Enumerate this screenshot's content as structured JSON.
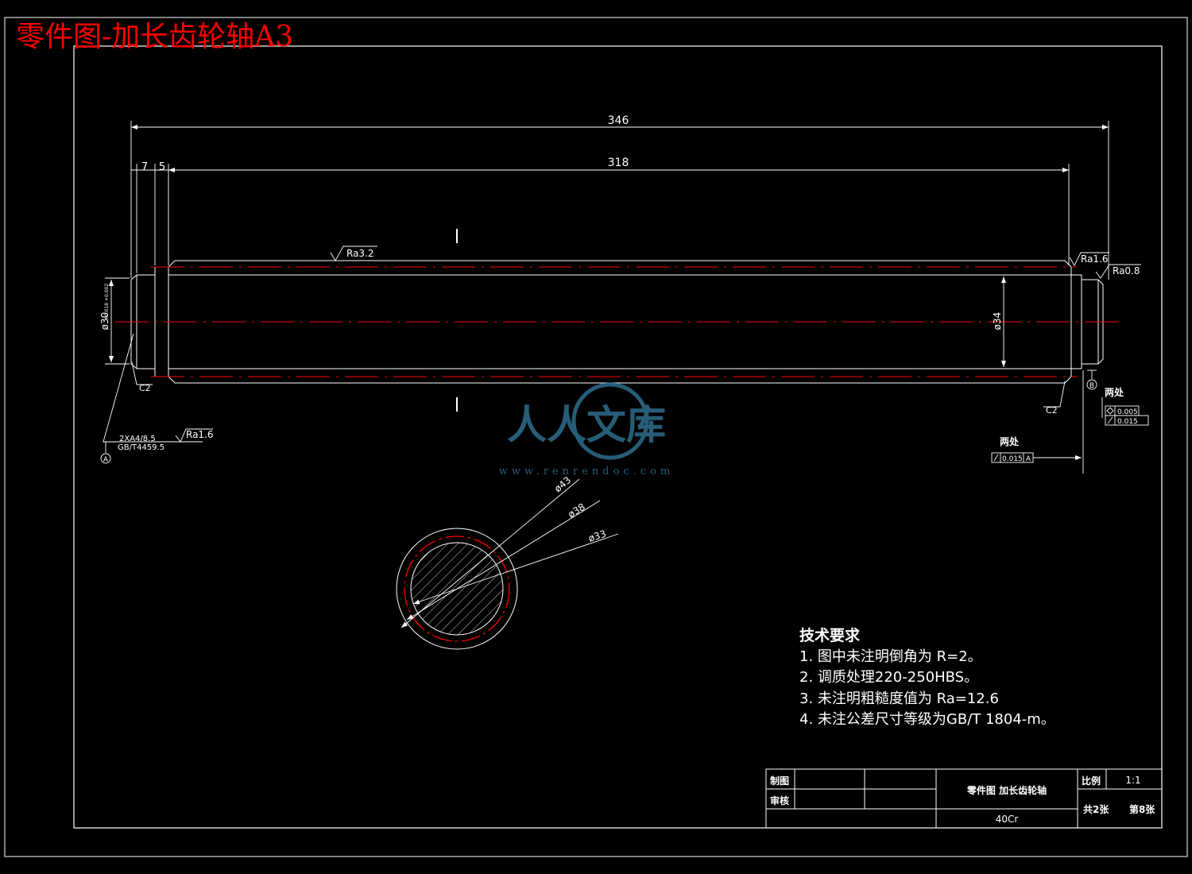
{
  "title": "零件图-加长齿轮轴A3",
  "dimensions": {
    "overall_length": "346",
    "body_length": "318",
    "step_left_1": "7",
    "step_left_2": "5",
    "left_diameter": "ø30",
    "left_diameter_tol": "+0.018 +0.002",
    "body_diameter": "ø34",
    "section_d1": "ø43",
    "section_d2": "ø38",
    "section_d3": "ø33"
  },
  "roughness": {
    "top": "Ra3.2",
    "right_chamfer": "Ra1.6",
    "right_shaft": "Ra0.8",
    "center_hole": "Ra1.6"
  },
  "chamfers": {
    "left": "C2",
    "right": "C2"
  },
  "center_hole": {
    "line1": "2XA4/8.5",
    "line2": "GB/T4459.5"
  },
  "datums": {
    "a": "A",
    "b": "B"
  },
  "tolerances": {
    "label_right": "两处",
    "label_bottom": "两处",
    "right_1": "0.005",
    "right_2": "0.015",
    "bottom": "0.015",
    "bottom_datum": "A"
  },
  "tech": {
    "heading": "技术要求",
    "items": [
      "1.  图中未注明倒角为 R=2。",
      "2.  调质处理220-250HBS。",
      "3.  未注明粗糙度值为 Ra=12.6",
      "4.  未注公差尺寸等级为GB/T 1804-m。"
    ]
  },
  "title_block": {
    "drawn": "制图",
    "checked": "审核",
    "part_name": "零件图   加长齿轮轴",
    "material": "40Cr",
    "scale_label": "比例",
    "scale_value": "1:1",
    "sheets_total": "共2张",
    "sheet_no": "第8张"
  },
  "watermark": {
    "text": "人人文库",
    "url": "www.renrendoc.com"
  },
  "colors": {
    "background": "#000000",
    "lines": "#ffffff",
    "centerline": "#ff0000",
    "title": "#ff0000",
    "watermark": "#2e6e8c"
  }
}
